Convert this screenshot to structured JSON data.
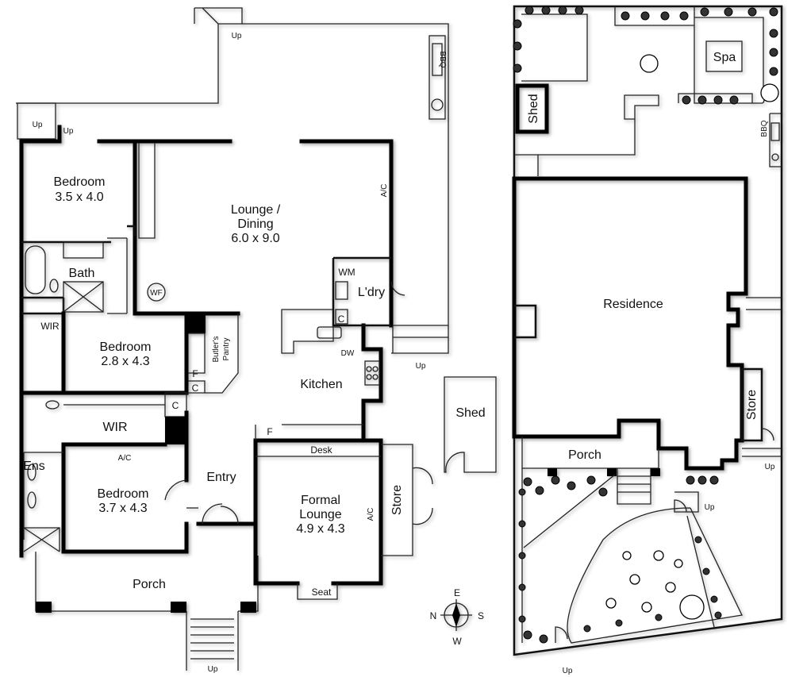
{
  "floor_plan": {
    "rooms": {
      "bedroom1": {
        "name": "Bedroom",
        "size": "3.5 x 4.0"
      },
      "lounge_dining": {
        "name": "Lounge /",
        "name2": "Dining",
        "size": "6.0 x 9.0"
      },
      "bath": "Bath",
      "wir1": "WIR",
      "bedroom2": {
        "name": "Bedroom",
        "size": "2.8 x 4.3"
      },
      "butlers_pantry": {
        "line1": "Butler's",
        "line2": "Pantry"
      },
      "laundry": "L'dry",
      "kitchen": "Kitchen",
      "wir2": "WIR",
      "bedroom3": {
        "name": "Bedroom",
        "size": "3.7 x 4.3"
      },
      "ensuite": "Ens",
      "entry": "Entry",
      "formal_lounge": {
        "name": "Formal",
        "name2": "Lounge",
        "size": "4.9 x 4.3"
      },
      "store": "Store",
      "porch": "Porch",
      "seat": "Seat",
      "desk": "Desk",
      "shed": "Shed"
    },
    "fixtures": {
      "bbq": "BBQ",
      "ac": "A/C",
      "wm": "WM",
      "c": "C",
      "f": "F",
      "dw": "DW",
      "wf": "WF",
      "up": "Up"
    },
    "compass": {
      "n": "N",
      "e": "E",
      "s": "S",
      "w": "W"
    }
  },
  "site_plan": {
    "residence": "Residence",
    "porch": "Porch",
    "store": "Store",
    "shed": "Shed",
    "spa": "Spa",
    "bbq": "BBQ",
    "up": "Up"
  }
}
